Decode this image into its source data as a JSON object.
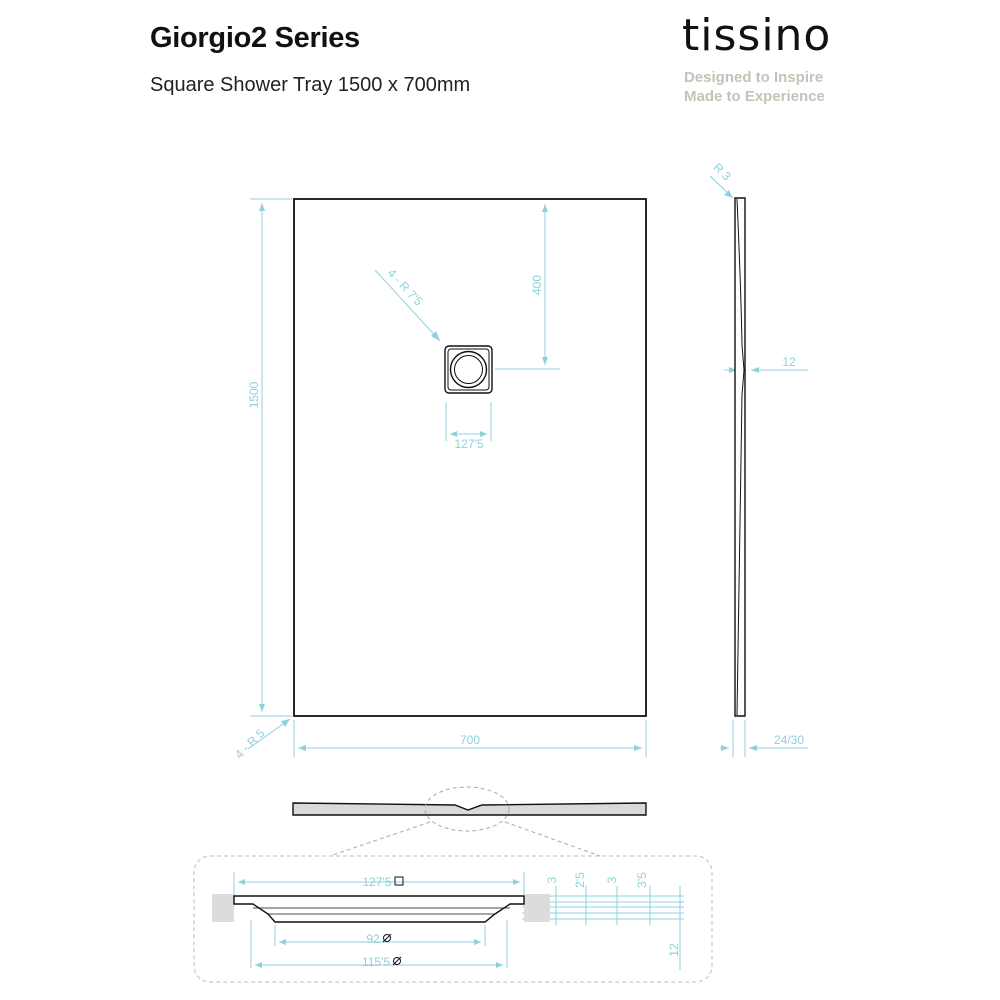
{
  "header": {
    "title": "Giorgio2 Series",
    "subtitle": "Square Shower Tray 1500 x 700mm",
    "brand": "tissino",
    "tagline_1": "Designed to Inspire",
    "tagline_2": "Made to Experience"
  },
  "dimensions": {
    "length": "1500",
    "width": "700",
    "drain_offset": "400",
    "drain_size": "127'5",
    "drain_corner_radius": "4 - R 7'5",
    "tray_corner_radius": "4 - R 5",
    "side_radius": "R 3",
    "side_depth": "12",
    "side_thickness": "24/30"
  },
  "detail": {
    "drain_top": "127'5",
    "drain_inner": "92",
    "drain_outer": "115'5",
    "step_1": "3",
    "step_2": "2'5",
    "step_3": "3",
    "step_4": "3'5",
    "depth": "12"
  },
  "colors": {
    "dimension_lines": "#8fd0dc",
    "outline": "#111111",
    "tagline": "#c3c3b8"
  }
}
